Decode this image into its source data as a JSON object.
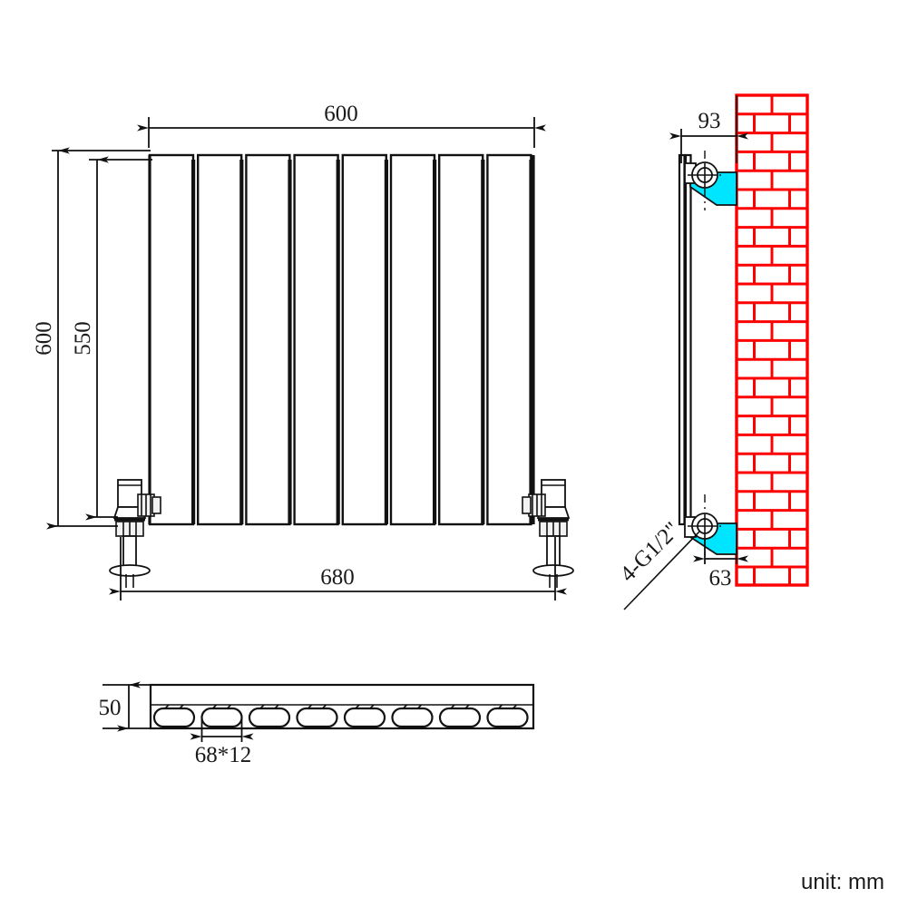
{
  "drawing": {
    "title": "radiator-technical-drawing",
    "unit_note": "unit: mm",
    "accent_brick_color": "#fe0000",
    "accent_bracket_color": "#00e5ff",
    "line_color": "#111111"
  },
  "front_view": {
    "name": "front-elevation",
    "panel_count": 8,
    "dimensions": {
      "overall_width": "600",
      "overall_height": "600",
      "panel_height": "550",
      "width_with_valves": "680"
    }
  },
  "side_view": {
    "name": "side-section-with-wall",
    "dimensions": {
      "depth_to_wall": "93",
      "bracket_offset": "63"
    },
    "connection_label": "4-G1/2\"",
    "wall_rows": 26,
    "brackets": 2
  },
  "bottom_view": {
    "name": "bottom-plan",
    "dimensions": {
      "depth": "50",
      "tube_section": "68*12"
    },
    "tube_count": 8
  },
  "labels": {
    "w600": "600",
    "h600": "600",
    "h550": "550",
    "w680": "680",
    "d93": "93",
    "d63": "63",
    "thread": "4-G1/2\"",
    "d50": "50",
    "tube": "68*12",
    "unit": "unit: mm"
  }
}
